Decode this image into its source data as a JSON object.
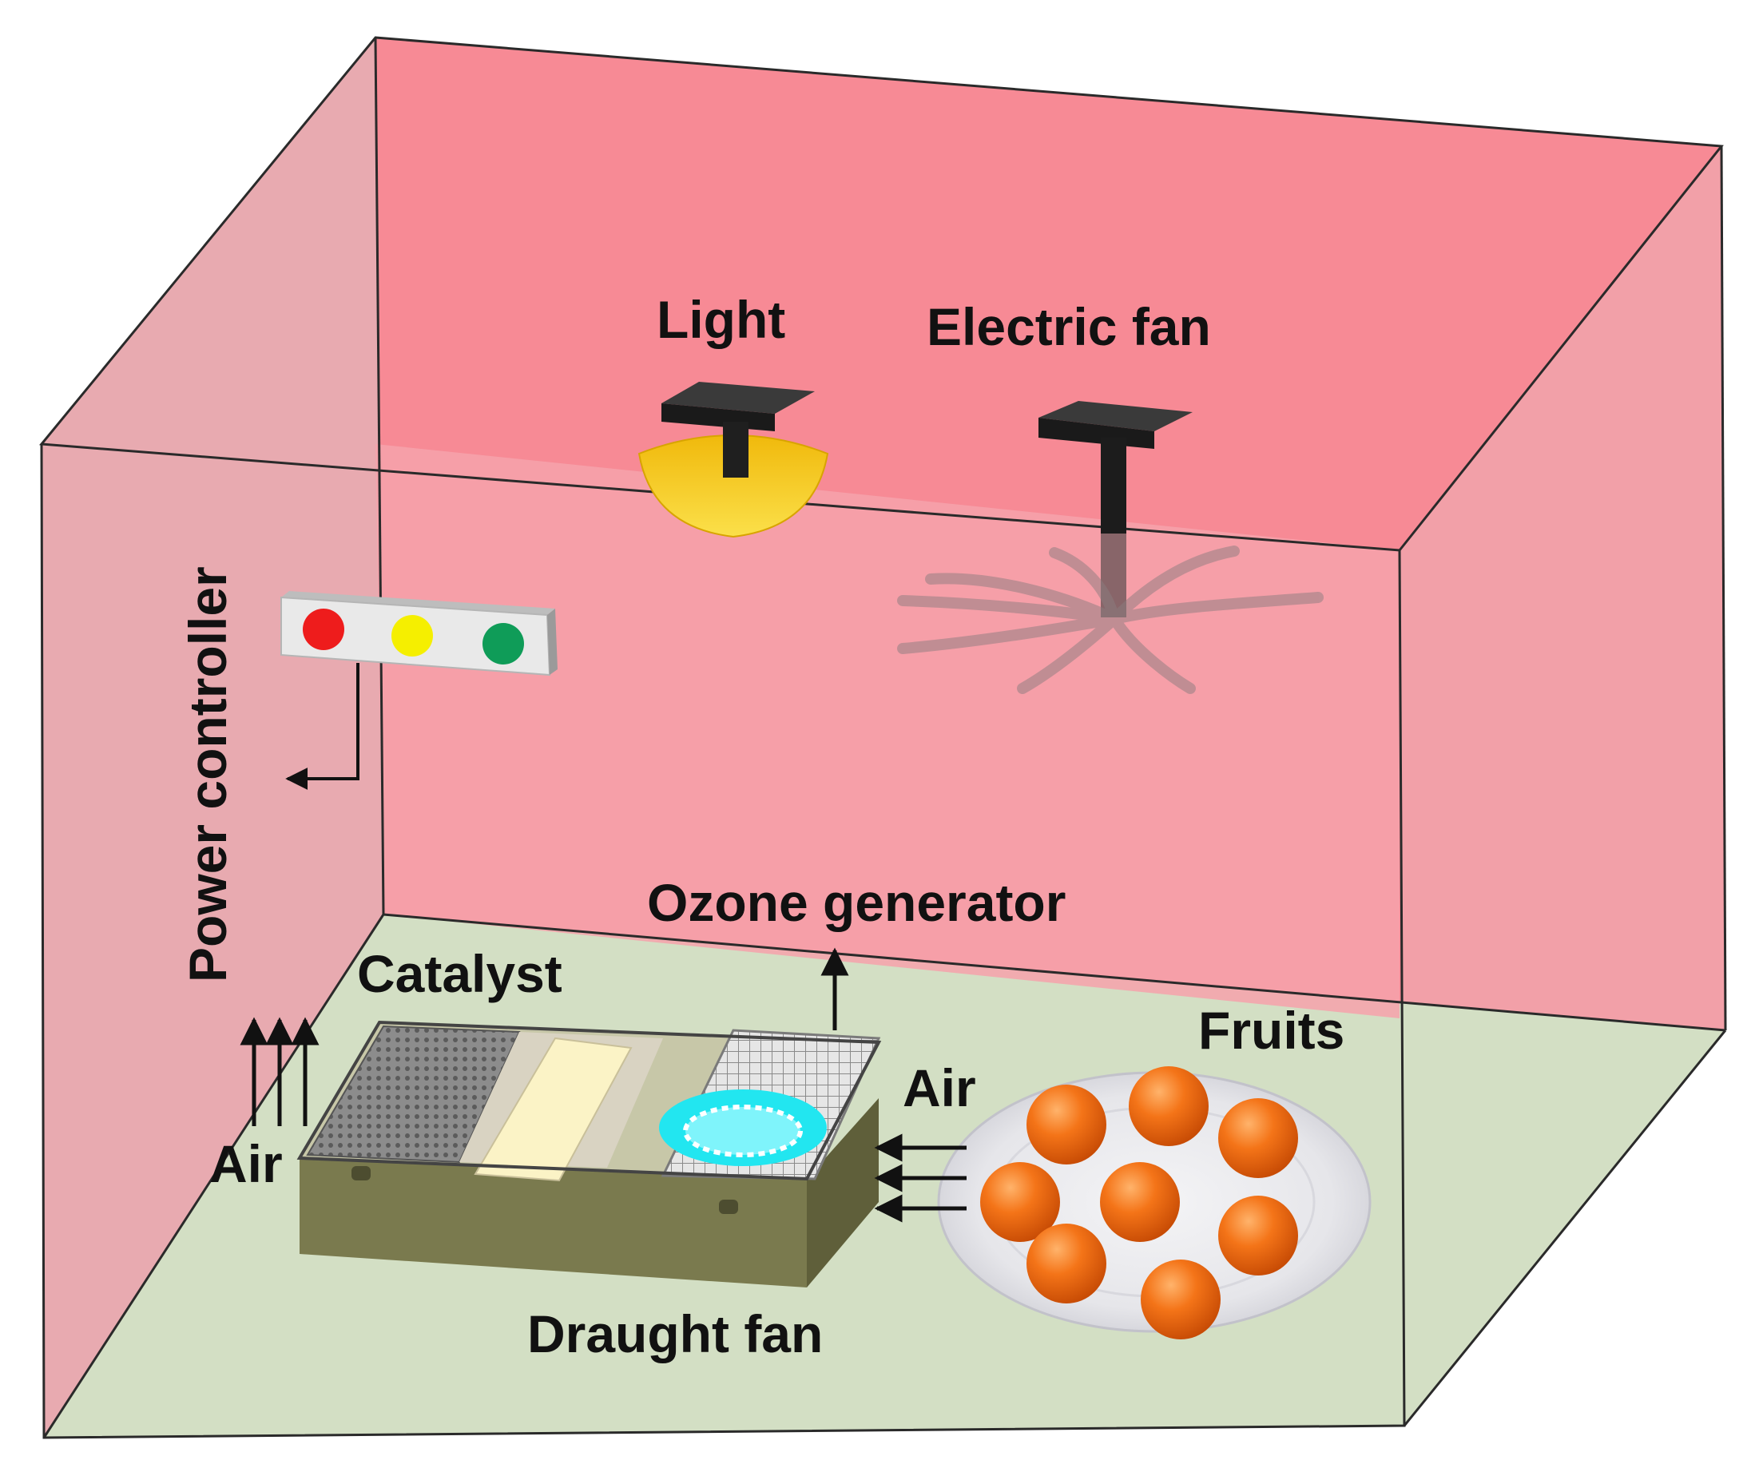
{
  "labels": {
    "light": "Light",
    "electric_fan": "Electric fan",
    "power_controller": "Power controller",
    "ozone_generator": "Ozone generator",
    "catalyst": "Catalyst",
    "fruits": "Fruits",
    "air_left": "Air",
    "air_right": "Air",
    "draught_fan": "Draught fan"
  },
  "colors": {
    "back_wall": "#f78a95",
    "side_wall": "#e8aab0",
    "right_wall": "#f2a0a8",
    "front_glass": "#f6a2ab",
    "floor": "#d3dfc4",
    "light_shade": "#f5c518",
    "fixture": "#252525",
    "led_red": "#ee1c1c",
    "led_yellow": "#f5ef00",
    "led_green": "#0f9c58",
    "fruit_orange": "#f26a12",
    "water_cyan": "#22e6f0",
    "device_base": "#7a7a4e"
  }
}
